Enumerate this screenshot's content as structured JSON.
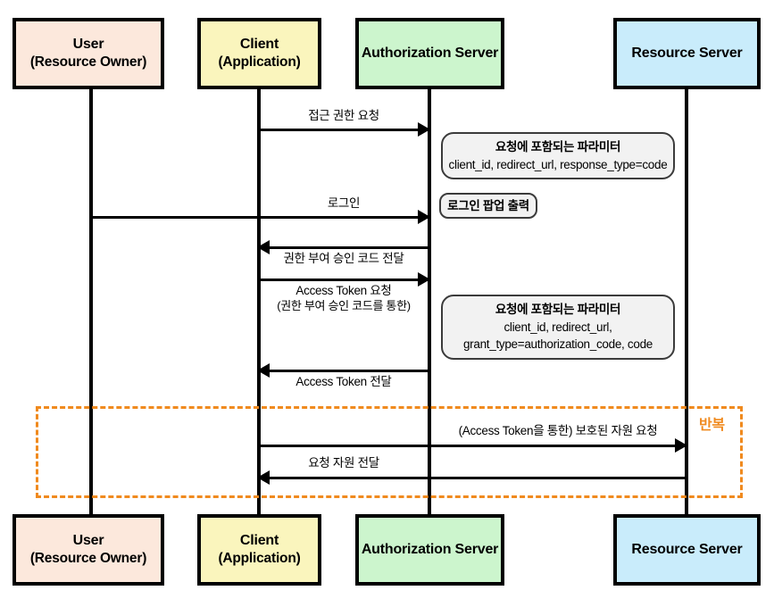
{
  "diagram": {
    "title": "OAuth 2.0 Authorization Code Grant Sequence Diagram",
    "colors": {
      "user": "#fce8dc",
      "client": "#faf5bd",
      "auth_server": "#ccf5cd",
      "resource_server": "#c9ecfb",
      "note_fill": "#f2f2f2",
      "note_border": "#3b3b3b",
      "loop": "#f08a1e",
      "line": "#000000"
    }
  },
  "actors": [
    {
      "id": "user",
      "line1": "User",
      "line2": "(Resource Owner)",
      "color": "#fce8dc"
    },
    {
      "id": "client",
      "line1": "Client",
      "line2": "(Application)",
      "color": "#faf5bd"
    },
    {
      "id": "auth",
      "line1": "Authorization Server",
      "line2": "",
      "color": "#ccf5cd"
    },
    {
      "id": "resource",
      "line1": "Resource Server",
      "line2": "",
      "color": "#c9ecfb"
    }
  ],
  "messages": [
    {
      "id": "m1",
      "label": "접근 권한 요청",
      "sub": "",
      "from": "client",
      "to": "auth",
      "direction": "right"
    },
    {
      "id": "m2",
      "label": "로그인",
      "sub": "",
      "from": "user",
      "to": "auth",
      "direction": "right"
    },
    {
      "id": "m3",
      "label": "권한 부여 승인 코드 전달",
      "sub": "",
      "from": "auth",
      "to": "client",
      "direction": "left"
    },
    {
      "id": "m4",
      "label": "Access Token 요청",
      "sub": "(권한 부여 승인 코드를 통한)",
      "from": "client",
      "to": "auth",
      "direction": "right"
    },
    {
      "id": "m5",
      "label": "Access Token 전달",
      "sub": "",
      "from": "auth",
      "to": "client",
      "direction": "left"
    },
    {
      "id": "m6",
      "label": "(Access Token을 통한) 보호된 자원 요청",
      "sub": "",
      "from": "client",
      "to": "resource",
      "direction": "right"
    },
    {
      "id": "m7",
      "label": "요청 자원 전달",
      "sub": "",
      "from": "resource",
      "to": "client",
      "direction": "left"
    }
  ],
  "notes": [
    {
      "id": "n1",
      "head": "요청에 포함되는 파라미터",
      "lines": [
        "client_id, redirect_url, response_type=code"
      ]
    },
    {
      "id": "n2",
      "head": "로그인 팝업 출력",
      "lines": []
    },
    {
      "id": "n3",
      "head": "요청에 포함되는 파라미터",
      "lines": [
        "client_id, redirect_url,",
        "grant_type=authorization_code, code"
      ]
    }
  ],
  "loop": {
    "label": "반복"
  }
}
